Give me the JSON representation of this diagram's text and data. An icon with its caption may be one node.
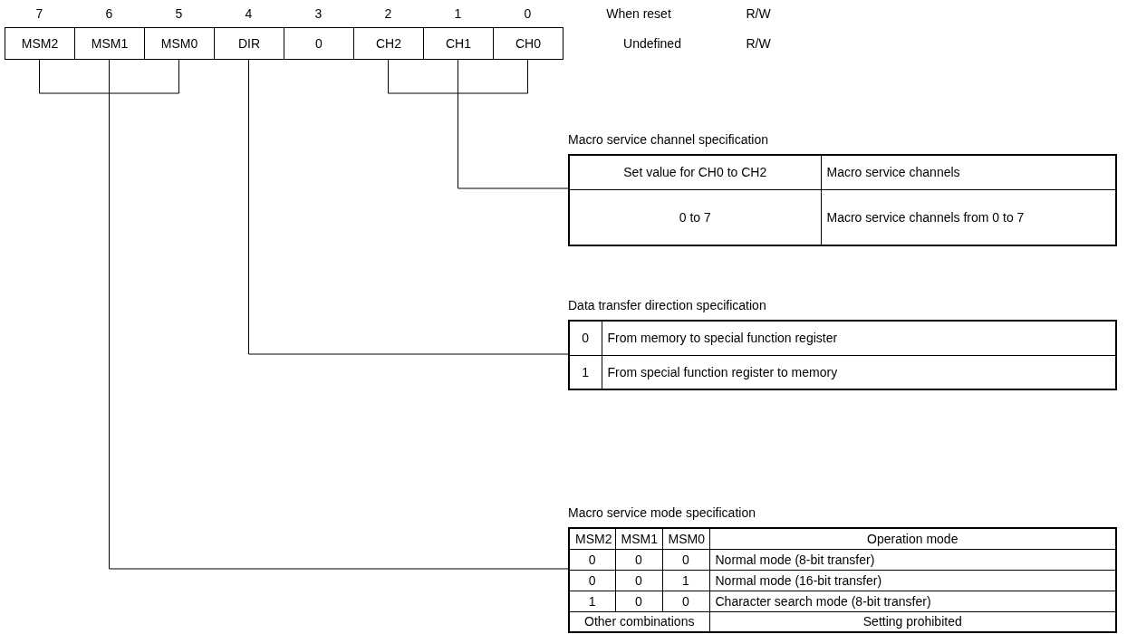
{
  "diagram": {
    "nodes": [
      {
        "text": [
          "MSM2"
        ]
      },
      {
        "text": [
          "MSM1"
        ]
      },
      {
        "text": [
          "MSM0"
        ]
      },
      {
        "text": [
          "DIR"
        ]
      },
      {
        "text": [
          "0"
        ]
      },
      {
        "text": [
          "CH2"
        ]
      },
      {
        "text": [
          "CH1"
        ]
      },
      {
        "text": [
          "CH0"
        ]
      },
      {
        "text": [
          "Macro service channel specification",
          "Set value for CH0 to CH2",
          "Macro service channels",
          "0 to 7",
          "Macro service channels from 0 to 7"
        ]
      },
      {
        "text": [
          "Data transfer direction specification",
          "0",
          "From memory to special function register",
          "1",
          "From special function register to memory"
        ]
      },
      {
        "text": [
          "Macro service mode specification",
          "MSM2",
          "MSM1",
          "MSM0",
          "Operation mode",
          "0",
          "0",
          "0",
          "Normal mode (8-bit transfer)",
          "0",
          "0",
          "1",
          "Normal mode (16-bit transfer)",
          "1",
          "0",
          "0",
          "Character search mode (8-bit transfer)",
          "Other combinations",
          "Setting prohibited"
        ]
      }
    ],
    "edges": [
      {
        "from": 5,
        "to": 8,
        "arrow": "none"
      },
      {
        "from": 6,
        "to": 8,
        "arrow": "none"
      },
      {
        "from": 7,
        "to": 8,
        "arrow": "none"
      },
      {
        "from": 3,
        "to": 9,
        "arrow": "none"
      },
      {
        "from": 0,
        "to": 10,
        "arrow": "none"
      },
      {
        "from": 1,
        "to": 10,
        "arrow": "none"
      },
      {
        "from": 2,
        "to": 10,
        "arrow": "none"
      }
    ],
    "labels": [
      "7",
      "6",
      "5",
      "4",
      "3",
      "2",
      "1",
      "0",
      "When reset",
      "R/W",
      "Undefined",
      "R/W"
    ]
  }
}
